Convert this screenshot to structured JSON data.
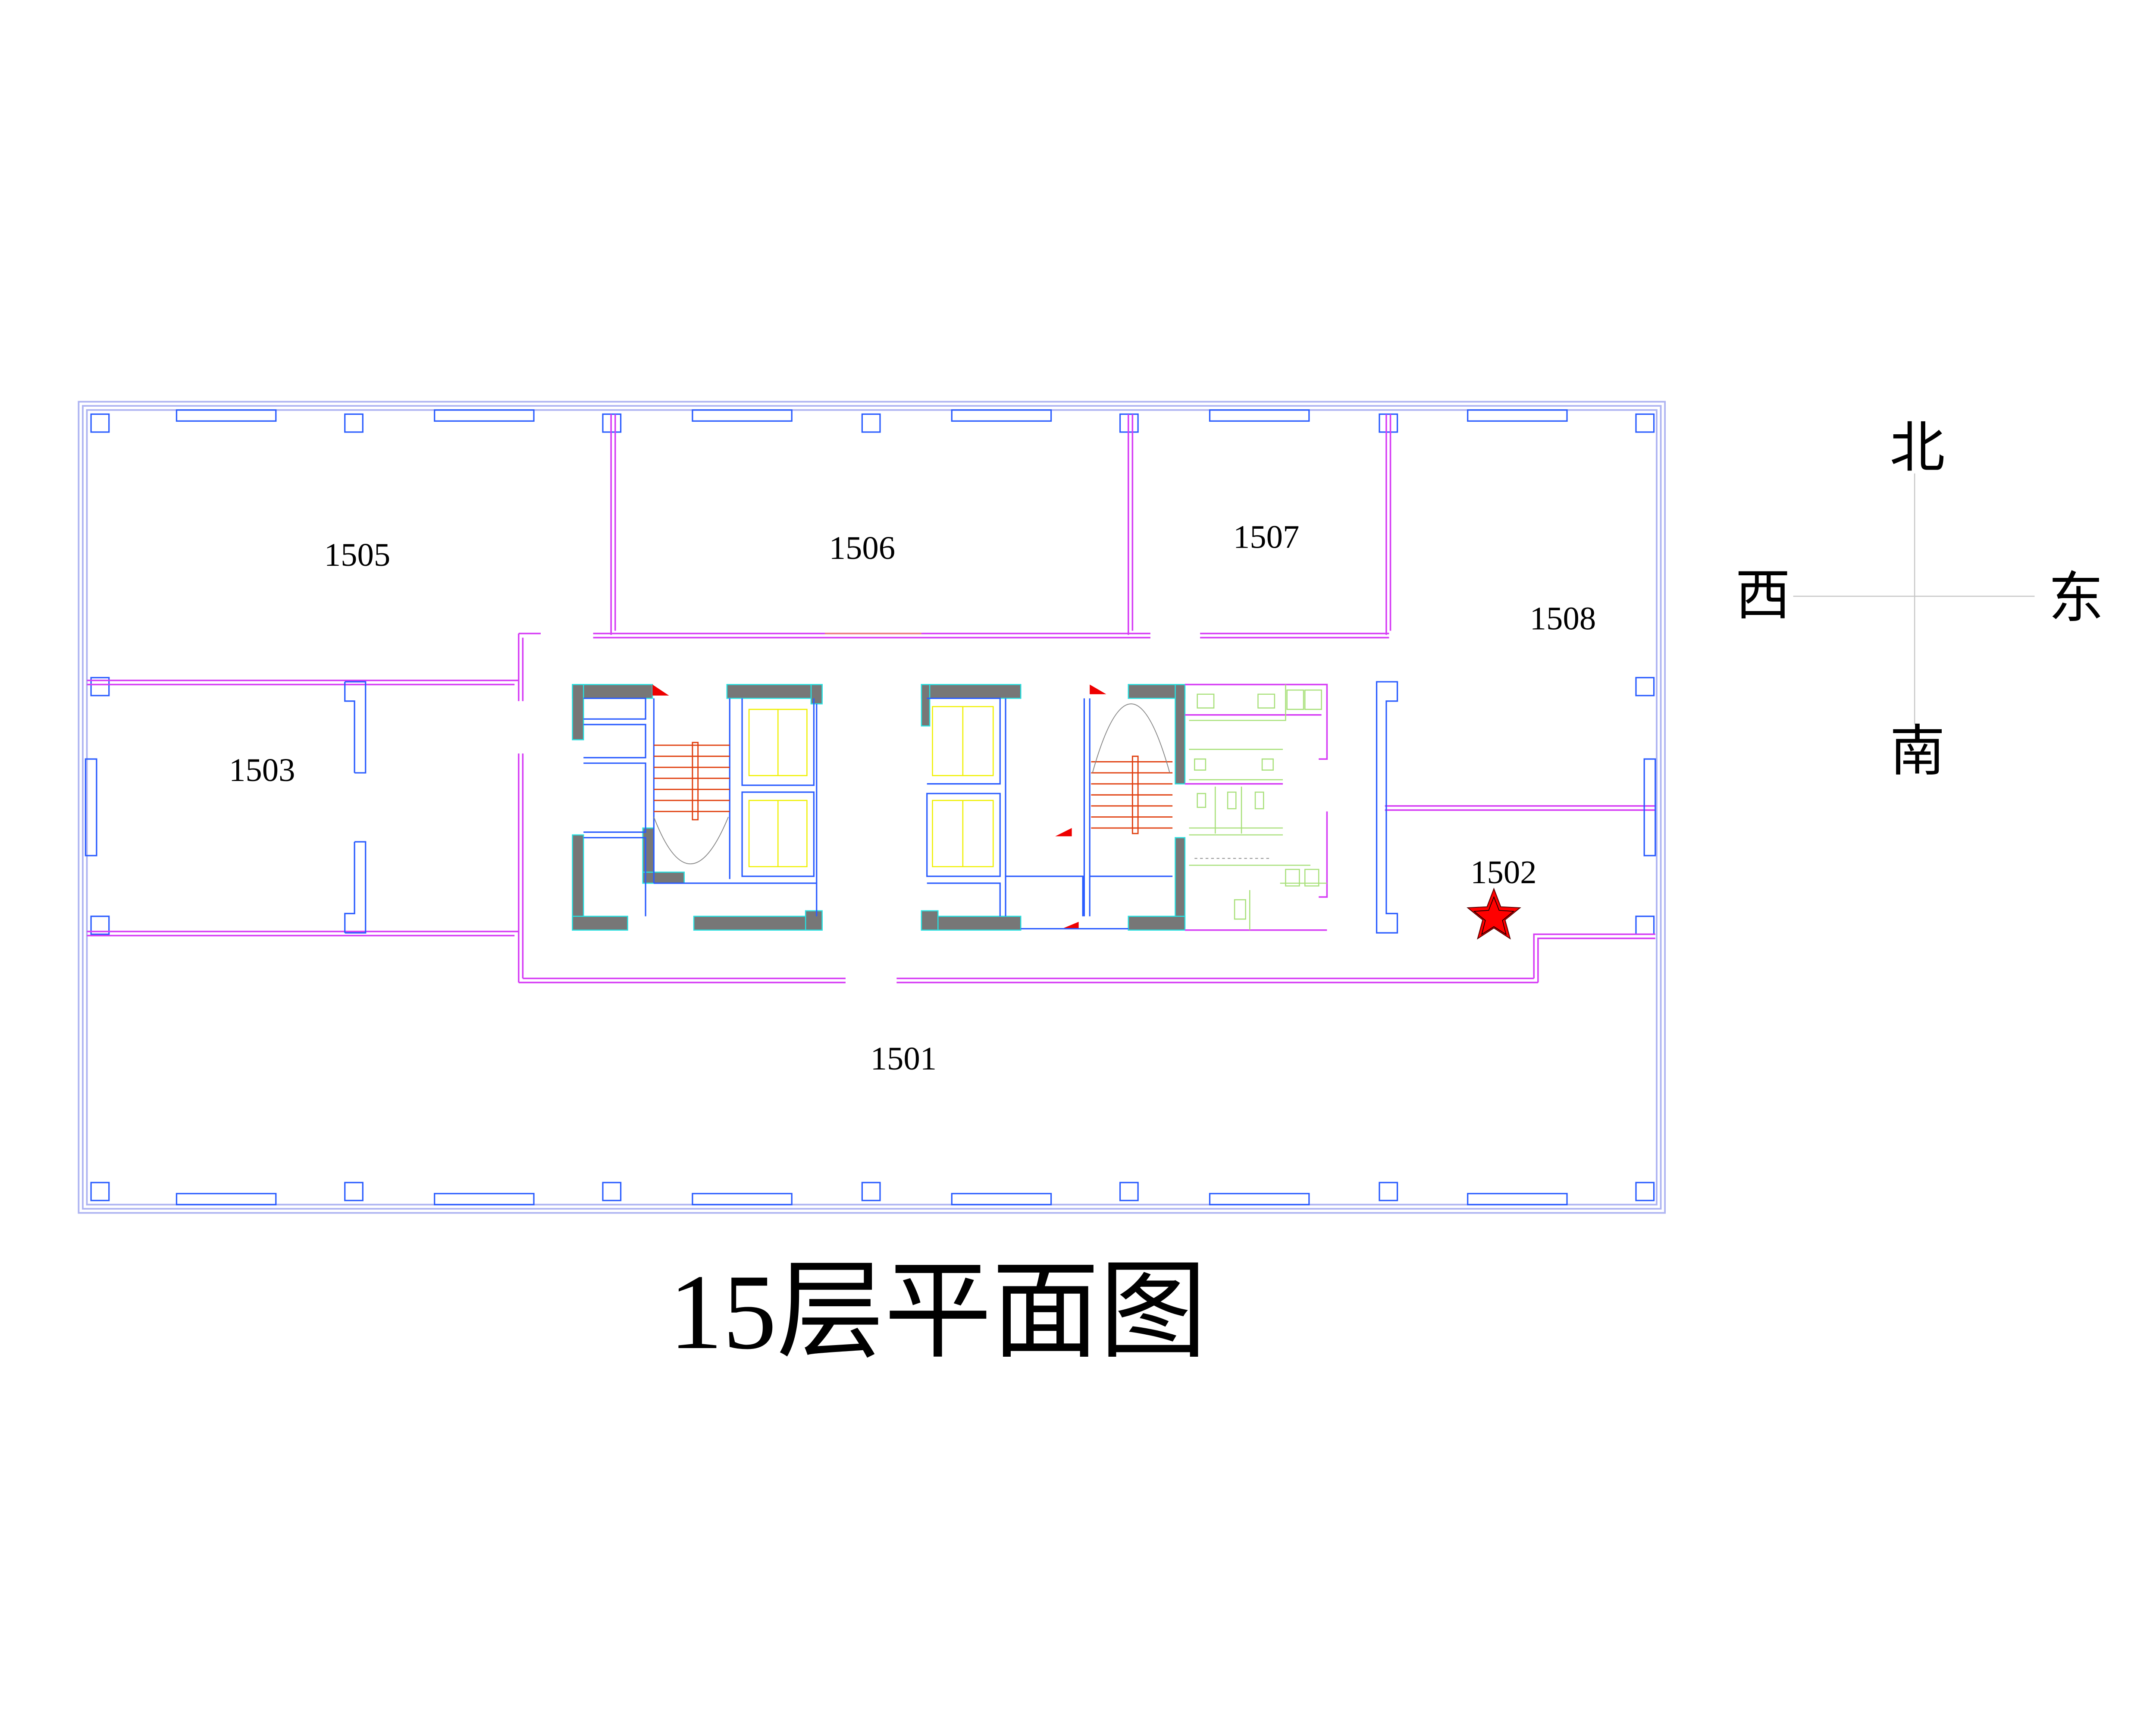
{
  "title": "15层平面图",
  "rooms": {
    "r1501": "1501",
    "r1502": "1502",
    "r1503": "1503",
    "r1505": "1505",
    "r1506": "1506",
    "r1507": "1507",
    "r1508": "1508"
  },
  "compass": {
    "north": "北",
    "south": "南",
    "west": "西",
    "east": "东"
  },
  "marker": {
    "icon": "star-icon",
    "room": "1502",
    "color": "#ff0000"
  },
  "colors": {
    "walls": "#d63cf5",
    "structure": "#2a5cff",
    "core": "#777777",
    "stairs": "#e04010"
  }
}
